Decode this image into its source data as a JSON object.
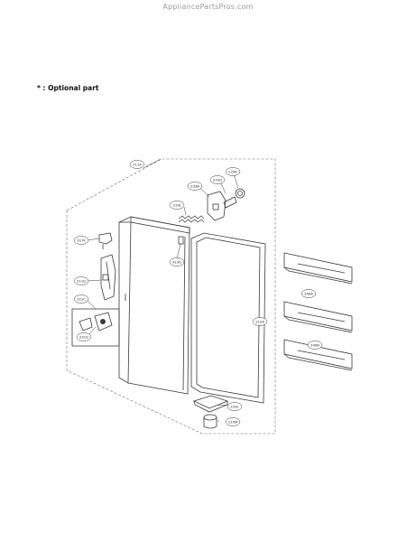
{
  "header": {
    "watermark": "AppliancePartsPros.com"
  },
  "legend": {
    "text": "* : Optional part"
  },
  "callouts": [
    {
      "id": "c1",
      "label": "211A"
    },
    {
      "id": "c2",
      "label": "233B"
    },
    {
      "id": "c3",
      "label": "233G"
    },
    {
      "id": "c4",
      "label": "233K"
    },
    {
      "id": "c5",
      "label": "233J"
    },
    {
      "id": "c6",
      "label": "317F"
    },
    {
      "id": "c7",
      "label": "313G"
    },
    {
      "id": "c8",
      "label": "211G"
    },
    {
      "id": "c9",
      "label": "321C"
    },
    {
      "id": "c10",
      "label": "231G"
    },
    {
      "id": "c11",
      "label": "212A"
    },
    {
      "id": "c12",
      "label": "240A"
    },
    {
      "id": "c13",
      "label": "240B"
    },
    {
      "id": "c14",
      "label": "233L"
    },
    {
      "id": "c15",
      "label": "233M"
    }
  ],
  "colors": {
    "line": "#3a3a3a",
    "dashed": "#6a6a6a",
    "background": "#ffffff"
  }
}
